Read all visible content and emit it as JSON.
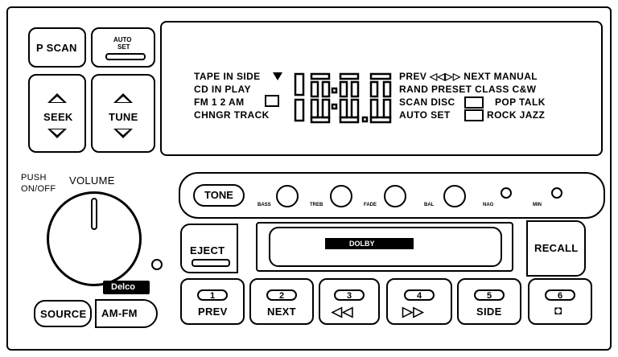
{
  "left_buttons": {
    "p_scan": "P SCAN",
    "auto_set_line1": "AUTO",
    "auto_set_line2": "SET",
    "seek": "SEEK",
    "tune": "TUNE"
  },
  "display": {
    "tape_in_side": "TAPE IN SIDE",
    "cd_in_play": "CD IN PLAY",
    "fm_band": "FM 1 2 AM",
    "chngr_track": "CHNGR TRACK",
    "prev_next": "PREV ◁◁▷▷ NEXT MANUAL",
    "rand_preset": "RAND PRESET CLASS C&W",
    "scan_disc": "SCAN DISC",
    "auto_set": "AUTO SET",
    "pop_talk": "POP   TALK",
    "rock_jazz": "ROCK   JAZZ"
  },
  "volume": {
    "push_line1": "PUSH",
    "push_line2": "ON/OFF",
    "label": "VOLUME",
    "brand_badge": "Delco"
  },
  "bottom_left": {
    "source": "SOURCE",
    "am_fm": "AM-FM"
  },
  "tone_panel": {
    "tone": "TONE",
    "knobs": [
      "BASS",
      "TREB",
      "FADE",
      "BAL",
      "NAG",
      "MIN"
    ]
  },
  "cassette": {
    "eject": "EJECT",
    "recall": "RECALL",
    "dolby": "DOLBY"
  },
  "presets": [
    {
      "number": "1",
      "label": "PREV"
    },
    {
      "number": "2",
      "label": "NEXT"
    },
    {
      "number": "3",
      "label": "◁◁"
    },
    {
      "number": "4",
      "label": "▷▷"
    },
    {
      "number": "5",
      "label": "SIDE"
    },
    {
      "number": "6",
      "label": "◘"
    }
  ]
}
